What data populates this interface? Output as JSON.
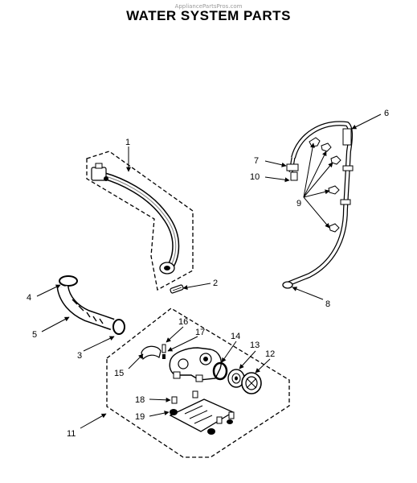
{
  "watermark": "AppliancePartsPros.com",
  "title": "WATER SYSTEM PARTS",
  "callouts": {
    "c1": "1",
    "c2": "2",
    "c3": "3",
    "c4": "4",
    "c5": "5",
    "c6": "6",
    "c7": "7",
    "c8": "8",
    "c9": "9",
    "c10": "10",
    "c11": "11",
    "c12": "12",
    "c13": "13",
    "c14": "14",
    "c15": "15",
    "c16": "16",
    "c17": "17",
    "c18": "18",
    "c19": "19"
  }
}
